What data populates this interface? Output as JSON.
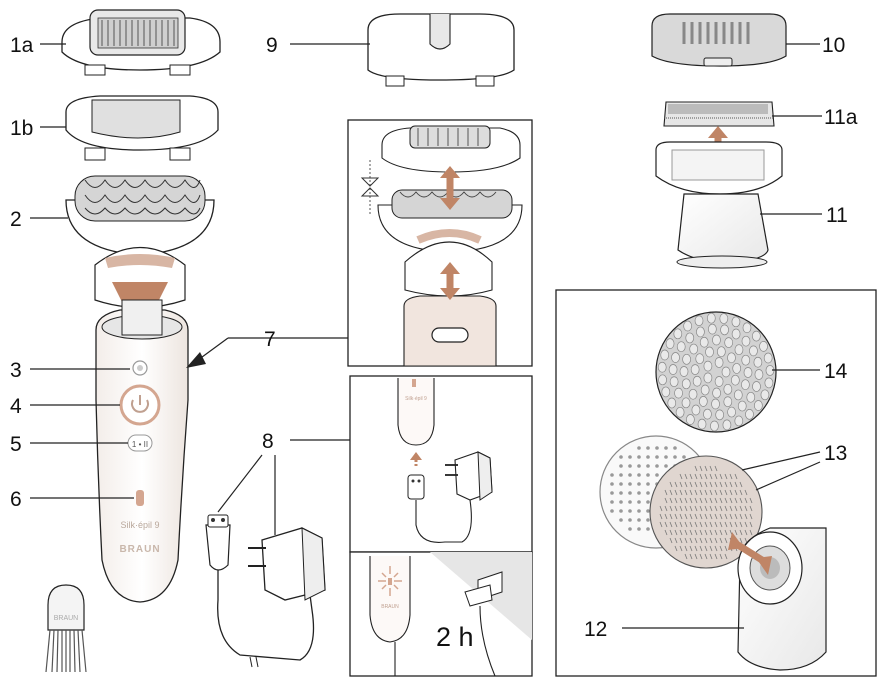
{
  "labels": {
    "l1a": "1a",
    "l1b": "1b",
    "l2": "2",
    "l3": "3",
    "l4": "4",
    "l5": "5",
    "l6": "6",
    "l7": "7",
    "l8": "8",
    "l9": "9",
    "l10": "10",
    "l11a": "11a",
    "l11": "11",
    "l12": "12",
    "l13": "13",
    "l14": "14"
  },
  "device_text": {
    "model": "Silk·épil 9",
    "brand": "BRAUN",
    "speed": "1 • II",
    "brush_brand": "BRAUN"
  },
  "charge_panel": {
    "model": "Silk·épil 9",
    "brand": "BRAUN",
    "duration": "2 h"
  },
  "colors": {
    "accent": "#d4a690",
    "arrow": "#c08566",
    "line": "#222222",
    "light_gray": "#d9d9d9"
  }
}
